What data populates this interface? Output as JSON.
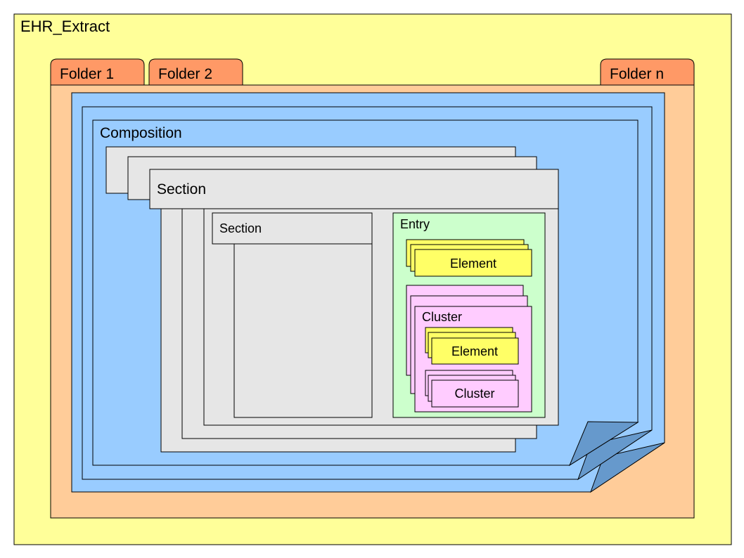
{
  "extract": {
    "label": "EHR_Extract"
  },
  "folders": [
    {
      "label": "Folder 1"
    },
    {
      "label": "Folder 2"
    },
    {
      "label": "Folder n"
    }
  ],
  "composition": {
    "label": "Composition"
  },
  "section_outer": {
    "label": "Section"
  },
  "section_inner": {
    "label": "Section"
  },
  "entry": {
    "label": "Entry",
    "element": {
      "label": "Element"
    },
    "cluster": {
      "label": "Cluster",
      "element": {
        "label": "Element"
      },
      "cluster": {
        "label": "Cluster"
      }
    }
  },
  "colors": {
    "extract": "#ffff99",
    "folder": "#ffcc99",
    "folder_tab": "#ff9966",
    "composition": "#99ccff",
    "page_curl": "#6699cc",
    "section": "#e6e6e6",
    "entry": "#ccffcc",
    "element": "#ffff66",
    "cluster": "#ffccff"
  }
}
